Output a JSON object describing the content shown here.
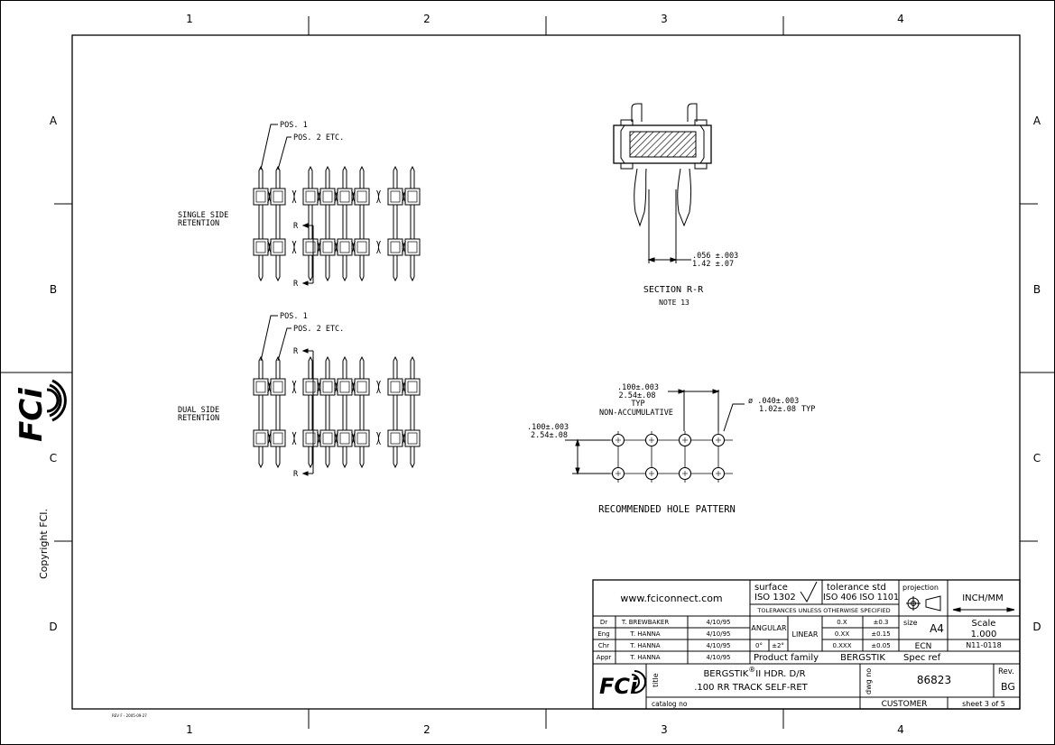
{
  "frame": {
    "columns": [
      "1",
      "2",
      "3",
      "4"
    ],
    "rows": [
      "A",
      "B",
      "C",
      "D"
    ]
  },
  "side": {
    "copyright": "Copyright FCI."
  },
  "footer": {
    "rev_stamp": "REV F - 2005-09-27"
  },
  "views": {
    "single": {
      "label_line1": "SINGLE SIDE",
      "label_line2": "RETENTION",
      "pos1": "POS. 1",
      "pos2": "POS. 2 ETC.",
      "r_upper": "R",
      "r_lower": "R"
    },
    "dual": {
      "label_line1": "DUAL SIDE",
      "label_line2": "RETENTION",
      "pos1": "POS. 1",
      "pos2": "POS. 2 ETC.",
      "r_upper": "R",
      "r_lower": "R"
    },
    "section": {
      "dim_in": ".056 ±.003",
      "dim_mm": "1.42 ±.07",
      "title": "SECTION R-R",
      "note": "NOTE 13"
    },
    "holes": {
      "pitch_top_in": ".100±.003",
      "pitch_top_mm": "2.54±.08",
      "pitch_top_typ": "TYP",
      "non_accum": "NON-ACCUMULATIVE",
      "dia_in": "ø .040±.003",
      "dia_mm": "1.02±.08",
      "dia_typ": "TYP",
      "pitch_left_in": ".100±.003",
      "pitch_left_mm": "2.54±.08",
      "title": "RECOMMENDED HOLE PATTERN"
    }
  },
  "title_block": {
    "website": "www.fciconnect.com",
    "surface_label": "surface",
    "surface_std": "ISO 1302",
    "tolerance_label": "tolerance std",
    "tolerance_std": "ISO 406 ISO 1101",
    "projection_label": "projection",
    "units": "INCH/MM",
    "tolerances_note": "TOLERANCES UNLESS OTHERWISE SPECIFIED",
    "people": [
      {
        "role": "Dr",
        "name": "T. BREWBAKER",
        "date": "4/10/95"
      },
      {
        "role": "Eng",
        "name": "T. HANNA",
        "date": "4/10/95"
      },
      {
        "role": "Chr",
        "name": "T. HANNA",
        "date": "4/10/95"
      },
      {
        "role": "Appr",
        "name": "T. HANNA",
        "date": "4/10/95"
      }
    ],
    "angular_label": "ANGULAR",
    "angular_value": "0°",
    "angular_tol": "±2°",
    "linear_label": "LINEAR",
    "linear": [
      {
        "digits": "0.X",
        "tol": "±0.3"
      },
      {
        "digits": "0.XX",
        "tol": "±0.15"
      },
      {
        "digits": "0.XXX",
        "tol": "±0.05"
      }
    ],
    "size_label": "size",
    "size_value": "A4",
    "scale_label": "Scale",
    "scale_value": "1.000",
    "ecn_label": "ECN",
    "ecn_value": "N11-0118",
    "product_family_label": "Product family",
    "product_family_value": "BERGSTIK",
    "spec_ref_label": "Spec ref",
    "title_label": "title",
    "title_line1": "BERGSTIK",
    "title_reg": "®",
    "title_line1_rest": "II HDR. D/R",
    "title_line2": ".100 RR TRACK SELF-RET",
    "dwg_label": "dwg no",
    "dwg_value": "86823",
    "rev_label": "Rev.",
    "rev_value": "BG",
    "catalog_label": "catalog no",
    "customer": "CUSTOMER",
    "sheet": "sheet 3 of 5",
    "logo_text": "FCi"
  }
}
